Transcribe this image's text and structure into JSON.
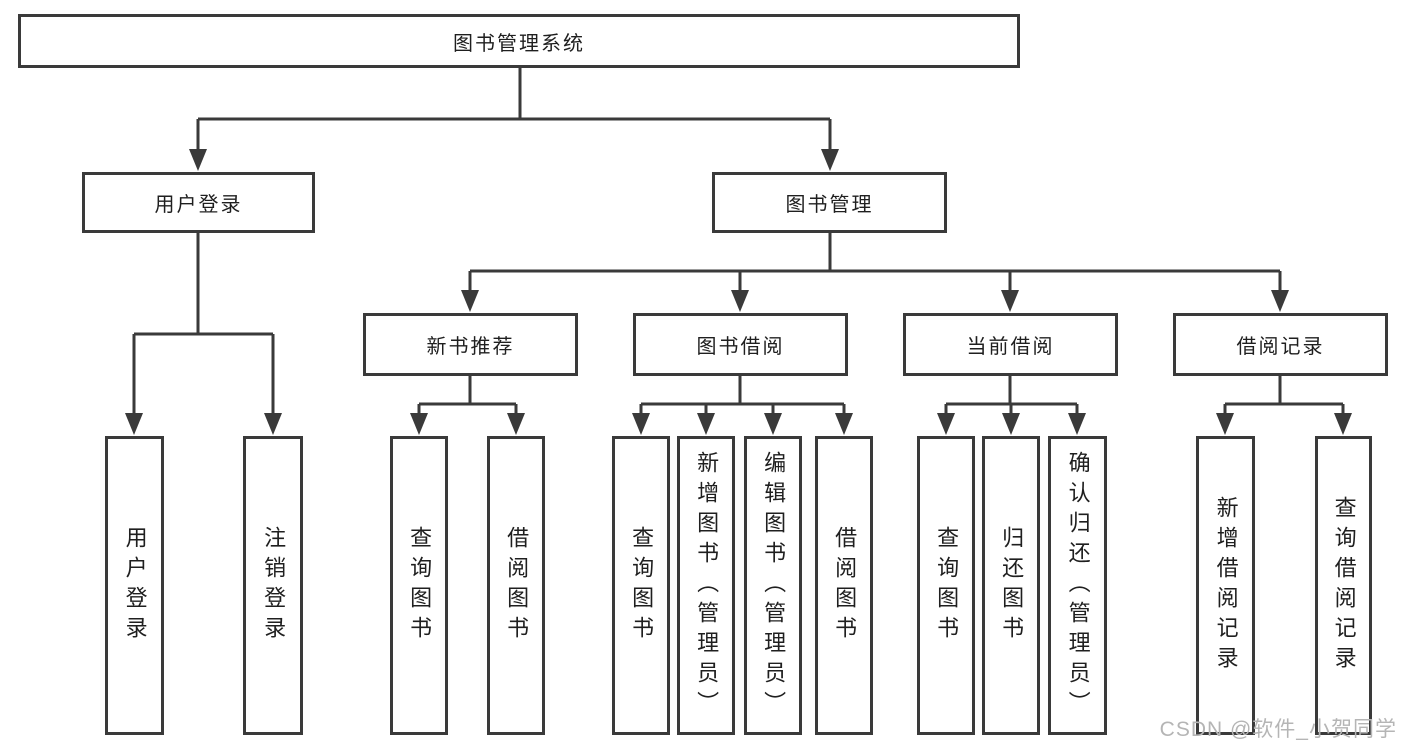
{
  "tree": {
    "root": "图书管理系统",
    "branches": [
      {
        "label": "用户登录",
        "children": [
          "用户登录",
          "注销登录"
        ]
      },
      {
        "label": "图书管理",
        "groups": [
          {
            "label": "新书推荐",
            "children": [
              "查询图书",
              "借阅图书"
            ]
          },
          {
            "label": "图书借阅",
            "children": [
              "查询图书",
              "新增图书（管理员）",
              "编辑图书（管理员）",
              "借阅图书"
            ]
          },
          {
            "label": "当前借阅",
            "children": [
              "查询图书",
              "归还图书",
              "确认归还（管理员）"
            ]
          },
          {
            "label": "借阅记录",
            "children": [
              "新增借阅记录",
              "查询借阅记录"
            ]
          }
        ]
      }
    ]
  },
  "watermark": {
    "text": "CSDN @软件_小贺同学"
  },
  "colors": {
    "line": "#3a3a3a",
    "text": "#1f1f1f",
    "watermark": "#b5b5b5",
    "background": "#ffffff"
  }
}
